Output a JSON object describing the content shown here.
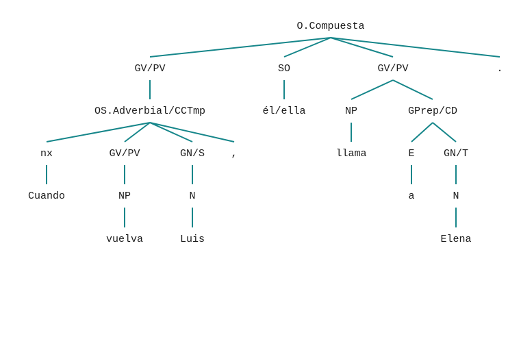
{
  "tree": {
    "line_color": "#16868a",
    "text_color": "#1a1a1a",
    "nodes": [
      {
        "id": "root",
        "label": "O.Compuesta"
      },
      {
        "id": "gvpv1",
        "label": "GV/PV"
      },
      {
        "id": "so",
        "label": "SO"
      },
      {
        "id": "gvpv2",
        "label": "GV/PV"
      },
      {
        "id": "dot",
        "label": "."
      },
      {
        "id": "osadv",
        "label": "OS.Adverbial/CCTmp"
      },
      {
        "id": "elella",
        "label": "él/ella"
      },
      {
        "id": "np1",
        "label": "NP"
      },
      {
        "id": "gprep",
        "label": "GPrep/CD"
      },
      {
        "id": "nx",
        "label": "nx"
      },
      {
        "id": "gvpv3",
        "label": "GV/PV"
      },
      {
        "id": "gns",
        "label": "GN/S"
      },
      {
        "id": "comma",
        "label": ","
      },
      {
        "id": "llama",
        "label": "llama"
      },
      {
        "id": "e",
        "label": "E"
      },
      {
        "id": "gnt",
        "label": "GN/T"
      },
      {
        "id": "cuando",
        "label": "Cuando"
      },
      {
        "id": "np2",
        "label": "NP"
      },
      {
        "id": "n1",
        "label": "N"
      },
      {
        "id": "a",
        "label": "a"
      },
      {
        "id": "n2",
        "label": "N"
      },
      {
        "id": "vuelva",
        "label": "vuelva"
      },
      {
        "id": "luis",
        "label": "Luis"
      },
      {
        "id": "elena",
        "label": "Elena"
      }
    ],
    "edges": [
      [
        "root",
        "gvpv1"
      ],
      [
        "root",
        "so"
      ],
      [
        "root",
        "gvpv2"
      ],
      [
        "root",
        "dot"
      ],
      [
        "gvpv1",
        "osadv"
      ],
      [
        "so",
        "elella"
      ],
      [
        "gvpv2",
        "np1"
      ],
      [
        "gvpv2",
        "gprep"
      ],
      [
        "osadv",
        "nx"
      ],
      [
        "osadv",
        "gvpv3"
      ],
      [
        "osadv",
        "gns"
      ],
      [
        "osadv",
        "comma"
      ],
      [
        "np1",
        "llama"
      ],
      [
        "gprep",
        "e"
      ],
      [
        "gprep",
        "gnt"
      ],
      [
        "nx",
        "cuando"
      ],
      [
        "gvpv3",
        "np2"
      ],
      [
        "gns",
        "n1"
      ],
      [
        "e",
        "a"
      ],
      [
        "gnt",
        "n2"
      ],
      [
        "np2",
        "vuelva"
      ],
      [
        "n1",
        "luis"
      ],
      [
        "n2",
        "elena"
      ]
    ]
  }
}
